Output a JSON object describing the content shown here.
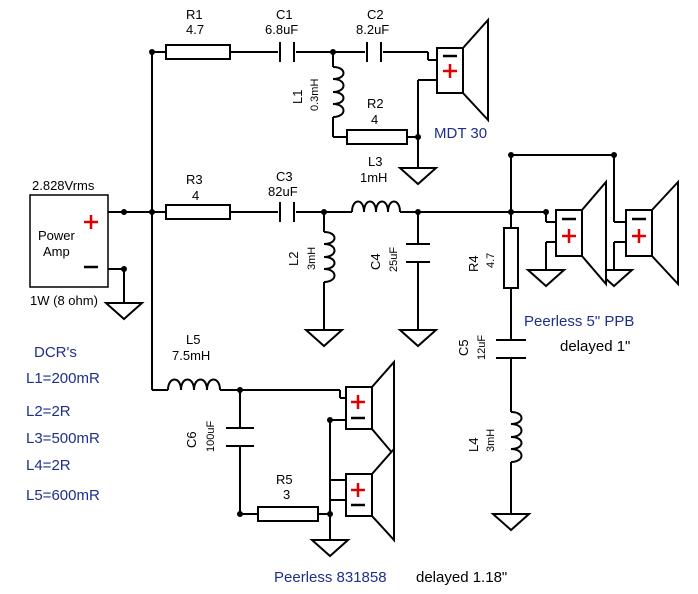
{
  "source": {
    "voltage": "2.828Vrms",
    "name": "Power Amp",
    "power": "1W (8 ohm)"
  },
  "resistors": [
    {
      "ref": "R1",
      "value": "4.7"
    },
    {
      "ref": "R2",
      "value": "4"
    },
    {
      "ref": "R3",
      "value": "4"
    },
    {
      "ref": "R4",
      "value": "4.7"
    },
    {
      "ref": "R5",
      "value": "3"
    }
  ],
  "capacitors": [
    {
      "ref": "C1",
      "value": "6.8uF"
    },
    {
      "ref": "C2",
      "value": "8.2uF"
    },
    {
      "ref": "C3",
      "value": "82uF"
    },
    {
      "ref": "C4",
      "value": "25uF"
    },
    {
      "ref": "C5",
      "value": "12uF"
    },
    {
      "ref": "C6",
      "value": "100uF"
    }
  ],
  "inductors": [
    {
      "ref": "L1",
      "value": "0.3mH"
    },
    {
      "ref": "L2",
      "value": "3mH"
    },
    {
      "ref": "L3",
      "value": "1mH"
    },
    {
      "ref": "L4",
      "value": "3mH"
    },
    {
      "ref": "L5",
      "value": "7.5mH"
    }
  ],
  "drivers": {
    "tweeter": "MDT 30",
    "mid": "Peerless 5\" PPB",
    "mid_delay": "delayed 1\"",
    "woofer": "Peerless 831858",
    "woofer_delay": "delayed 1.18\""
  },
  "dcr": {
    "title": "DCR's",
    "items": [
      "L1=200mR",
      "L2=2R",
      "L3=500mR",
      "L4=2R",
      "L5=600mR"
    ]
  },
  "symbols": {
    "plus": "+",
    "minus": "−"
  },
  "colors": {
    "wire": "#000000",
    "plus": "#e00000",
    "annotation": "#1f2f8a"
  }
}
